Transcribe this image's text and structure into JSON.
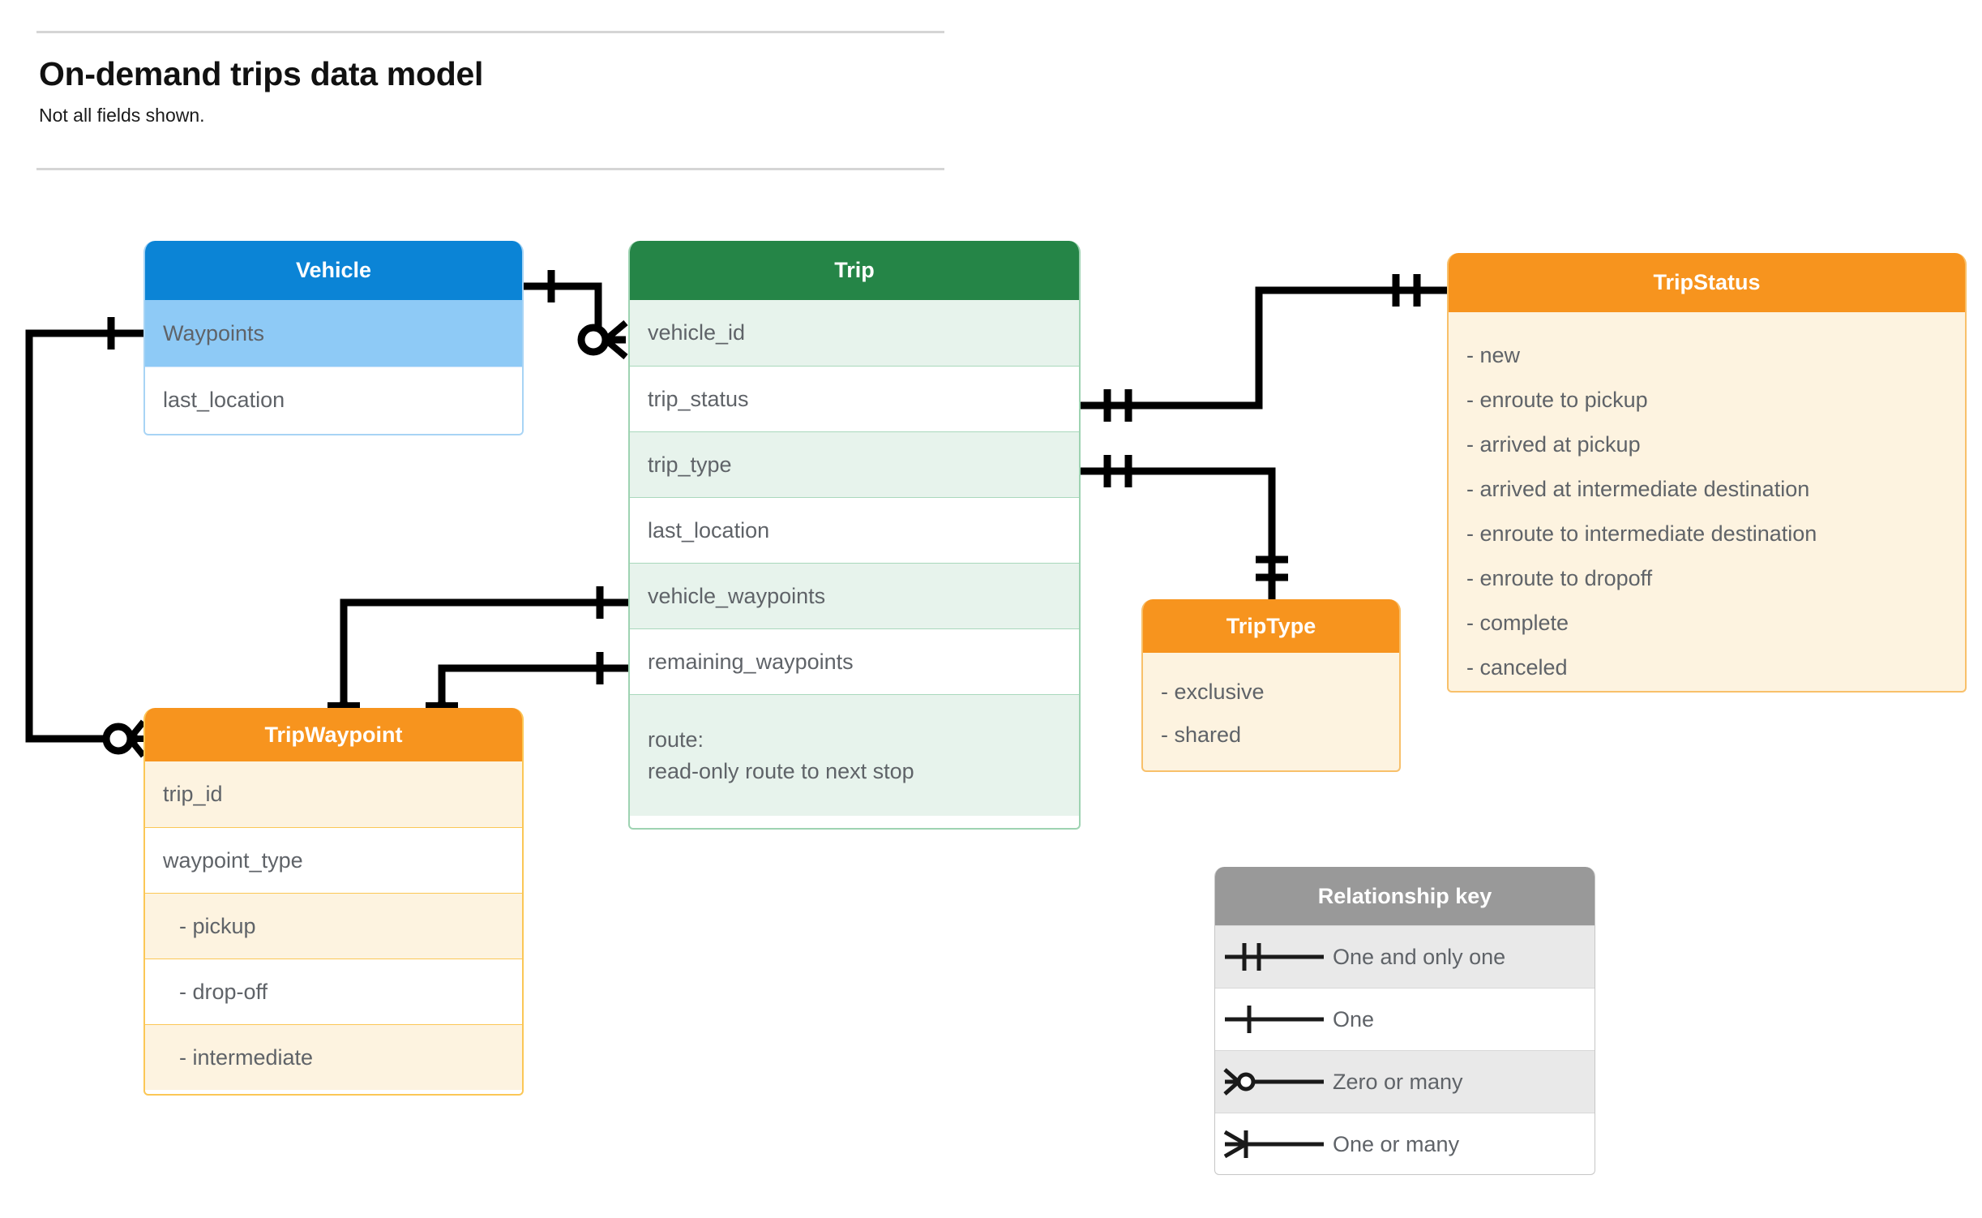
{
  "header": {
    "title": "On-demand trips data model",
    "subtitle": "Not all fields shown."
  },
  "colors": {
    "vehicle_header": "#0b84d6",
    "vehicle_row_alt": "#8ecaf6",
    "trip_header": "#258547",
    "trip_row_alt": "#e7f3ec",
    "orange_header": "#f7941e",
    "orange_row_alt": "#fdf3e0",
    "legend_header": "#999999",
    "text": "#5f6368",
    "connector": "#000000"
  },
  "entities": {
    "vehicle": {
      "title": "Vehicle",
      "rows": [
        {
          "label": "Waypoints"
        },
        {
          "label": "last_location"
        }
      ]
    },
    "trip": {
      "title": "Trip",
      "rows": [
        {
          "label": "vehicle_id"
        },
        {
          "label": "trip_status"
        },
        {
          "label": "trip_type"
        },
        {
          "label": "last_location"
        },
        {
          "label": "vehicle_waypoints"
        },
        {
          "label": "remaining_waypoints"
        }
      ],
      "route_line1": "route:",
      "route_line2": "read-only route to next stop"
    },
    "trip_status": {
      "title": "TripStatus",
      "values": [
        "- new",
        "- enroute to pickup",
        "- arrived at pickup",
        "- arrived at intermediate destination",
        "- enroute to intermediate destination",
        "- enroute to dropoff",
        "- complete",
        "- canceled"
      ]
    },
    "trip_type": {
      "title": "TripType",
      "values": [
        "- exclusive",
        "- shared"
      ]
    },
    "trip_waypoint": {
      "title": "TripWaypoint",
      "rows": [
        {
          "label": "trip_id"
        },
        {
          "label": "waypoint_type"
        },
        {
          "label": "-  pickup"
        },
        {
          "label": "-  drop-off"
        },
        {
          "label": "-  intermediate"
        }
      ]
    }
  },
  "legend": {
    "title": "Relationship key",
    "items": [
      {
        "symbol": "one-and-only-one-icon",
        "label": "One and only one"
      },
      {
        "symbol": "one-icon",
        "label": "One"
      },
      {
        "symbol": "zero-or-many-icon",
        "label": "Zero or many"
      },
      {
        "symbol": "one-or-many-icon",
        "label": "One or many"
      }
    ]
  },
  "relationships": [
    {
      "from": "Vehicle",
      "from_card": "one",
      "to": "Trip.vehicle_id",
      "to_card": "zero or many"
    },
    {
      "from": "Vehicle.Waypoints",
      "from_card": "one",
      "to": "TripWaypoint",
      "to_card": "zero or many"
    },
    {
      "from": "Trip.trip_status",
      "from_card": "one and only one",
      "to": "TripStatus",
      "to_card": "one and only one"
    },
    {
      "from": "Trip.trip_type",
      "from_card": "one and only one",
      "to": "TripType",
      "to_card": "one and only one"
    },
    {
      "from": "Trip.vehicle_waypoints",
      "from_card": "one",
      "to": "TripWaypoint",
      "to_card": "one or many"
    },
    {
      "from": "Trip.remaining_waypoints",
      "from_card": "one",
      "to": "TripWaypoint",
      "to_card": "one or many"
    }
  ]
}
